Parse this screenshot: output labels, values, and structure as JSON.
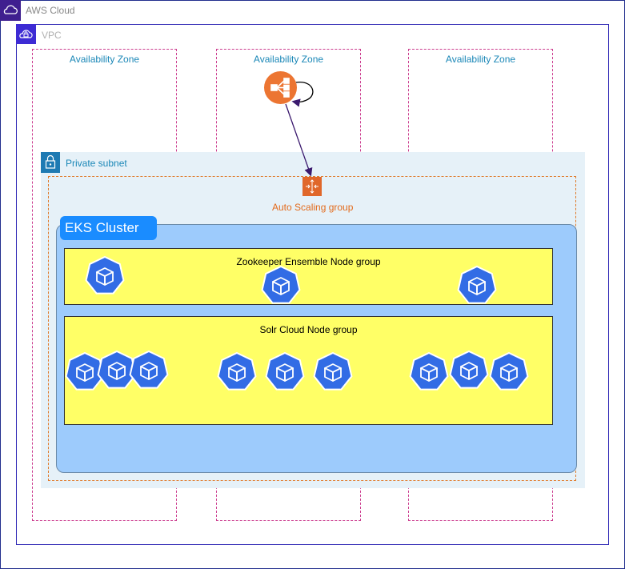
{
  "cloud": {
    "label": "AWS Cloud",
    "icon": "cloud-icon"
  },
  "vpc": {
    "label": "VPC",
    "icon": "vpc-cloud-lock-icon"
  },
  "availability_zones": [
    {
      "label": "Availability Zone"
    },
    {
      "label": "Availability Zone"
    },
    {
      "label": "Availability Zone"
    }
  ],
  "private_subnet": {
    "label": "Private subnet",
    "icon": "padlock-icon"
  },
  "load_balancer": {
    "icon": "elastic-load-balancer-icon"
  },
  "auto_scaling_group": {
    "label": "Auto Scaling group",
    "icon": "auto-scaling-icon"
  },
  "eks_cluster": {
    "label": "EKS Cluster"
  },
  "zookeeper_group": {
    "label": "Zookeeper Ensemble Node group",
    "node_count": 3,
    "node_icon": "kubernetes-node-icon"
  },
  "solr_group": {
    "label": "Solr Cloud Node group",
    "node_count": 9,
    "node_icon": "kubernetes-node-icon"
  },
  "colors": {
    "cloud_border": "#232f8e",
    "vpc_border": "#2e27b5",
    "az_border": "#cc3d8f",
    "subnet_fill": "#e6f1f8",
    "asg_border": "#e07b2b",
    "eks_fill": "#9dcbfc",
    "eks_title_fill": "#1a8cff",
    "nodegroup_fill": "#ffff66",
    "k8s_node": "#326ce5",
    "elb": "#ec7532",
    "arrow": "#3b1a6e"
  }
}
